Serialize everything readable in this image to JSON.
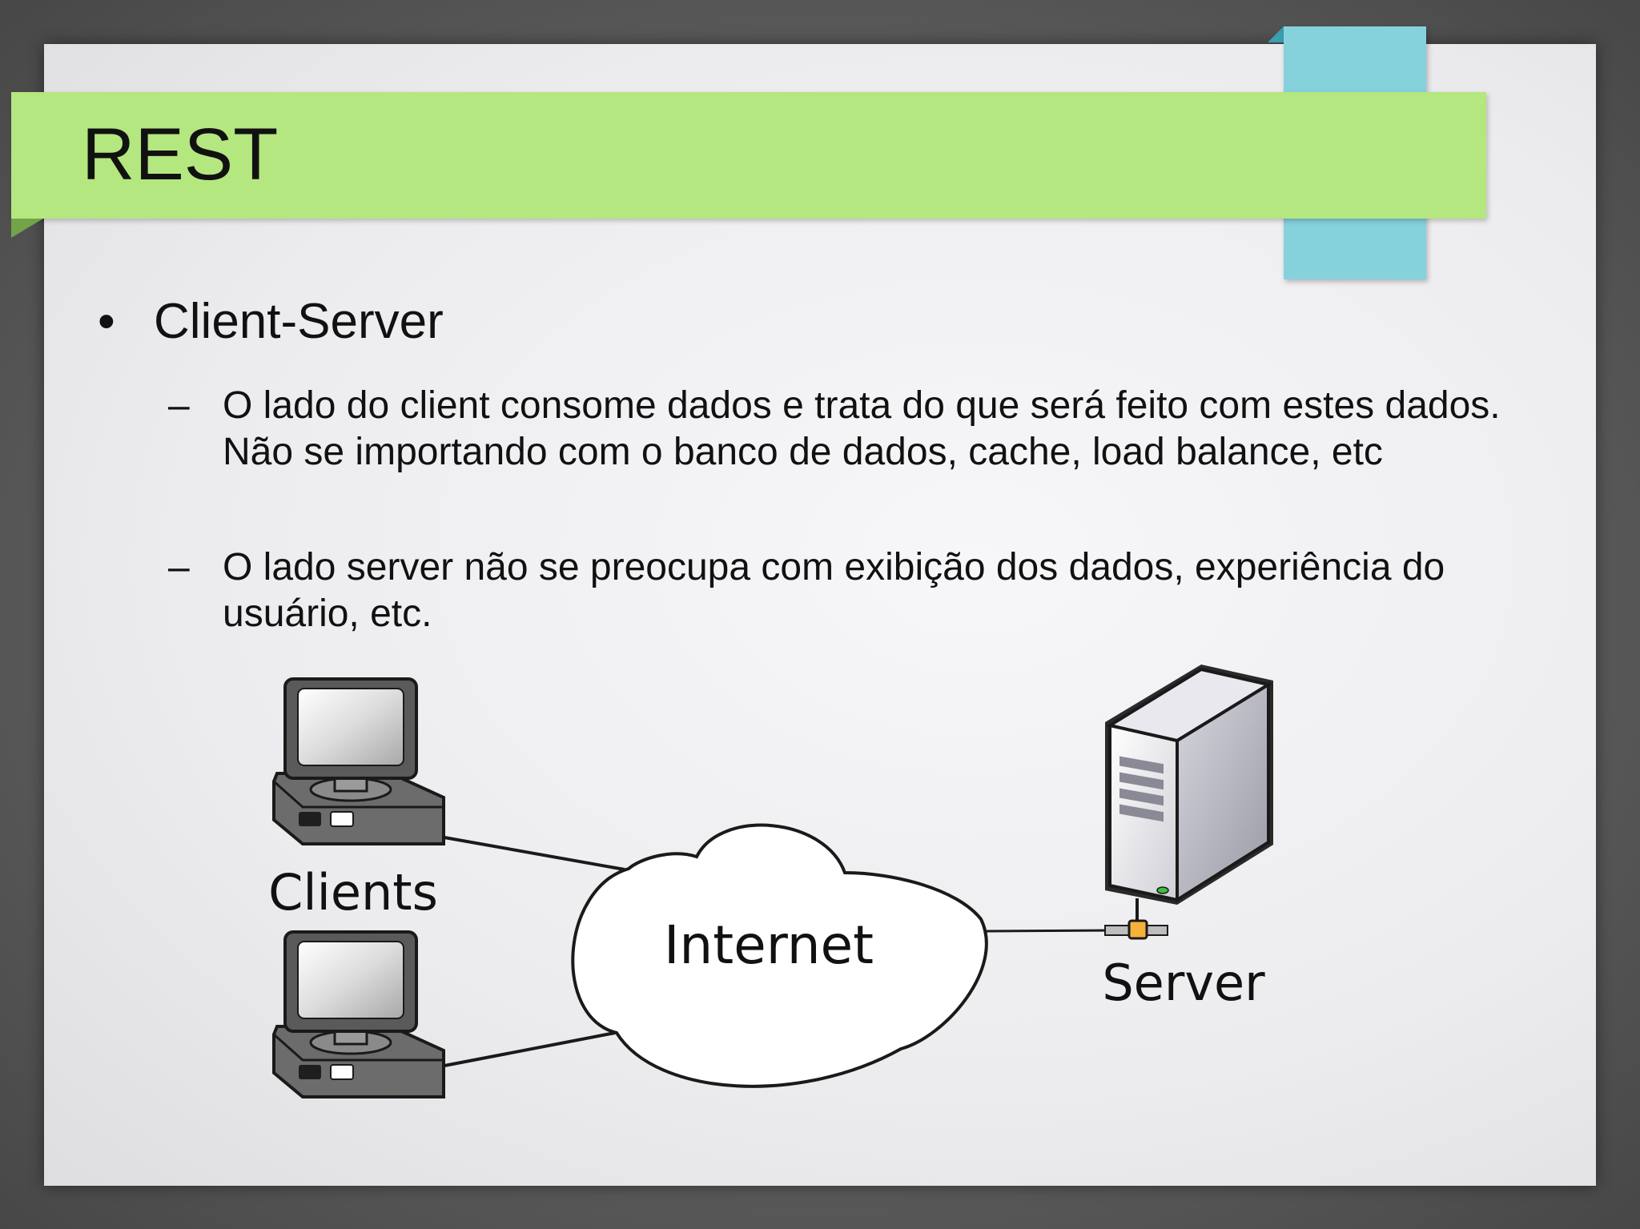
{
  "slide": {
    "title": "REST",
    "bullet": "Client-Server",
    "sub_bullets": [
      "O lado do client consome dados e trata do que será feito com estes dados. Não se importando com o banco de dados, cache, load balance, etc",
      "O lado server não se preocupa com exibição dos dados, experiência do usuário, etc."
    ],
    "bullet_marker": "•",
    "sub_marker": "–"
  },
  "diagram": {
    "clients_label": "Clients",
    "internet_label": "Internet",
    "server_label": "Server"
  },
  "colors": {
    "title_band": "#b4e77f",
    "accent_tab": "#85d2dd"
  }
}
